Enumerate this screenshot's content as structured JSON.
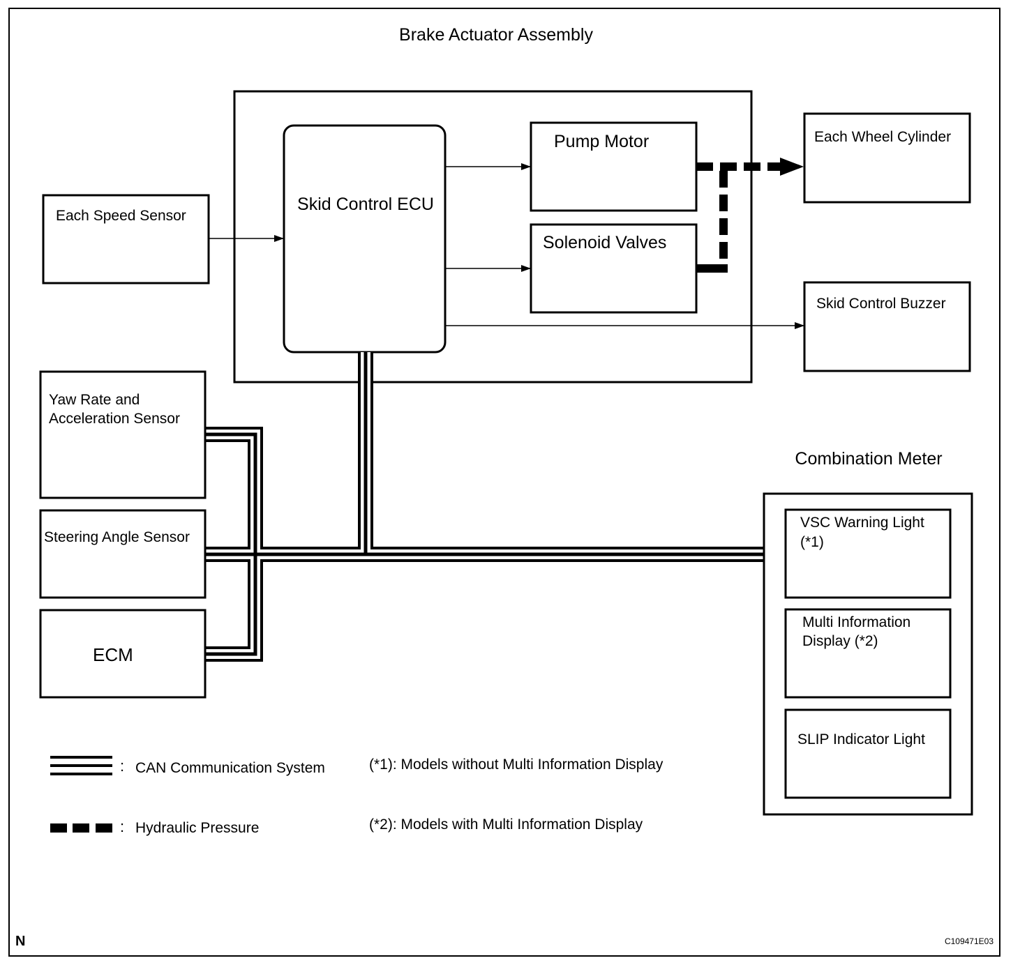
{
  "labels": {
    "brake_actuator_assembly": "Brake Actuator Assembly",
    "skid_control_ecu": "Skid Control ECU",
    "pump_motor": "Pump Motor",
    "solenoid_valves": "Solenoid Valves",
    "each_speed_sensor": "Each Speed Sensor",
    "each_wheel_cylinder": "Each Wheel Cylinder",
    "skid_control_buzzer": "Skid Control Buzzer",
    "yaw_rate_line1": "Yaw Rate and",
    "yaw_rate_line2": "Acceleration Sensor",
    "steering_angle_sensor": "Steering Angle Sensor",
    "ecm": "ECM",
    "combination_meter": "Combination Meter",
    "vsc_line1": "VSC Warning Light",
    "vsc_line2": "(*1)",
    "mid_line1": "Multi Information",
    "mid_line2": "Display (*2)",
    "slip_indicator_light": "SLIP Indicator Light"
  },
  "legend": {
    "colon": ":",
    "can": "CAN Communication System",
    "hydraulic": "Hydraulic Pressure",
    "note1": "(*1): Models without Multi Information Display",
    "note2": "(*2): Models with Multi Information Display"
  },
  "footer": {
    "corner_letter": "N",
    "figure_code": "C109471E03"
  }
}
